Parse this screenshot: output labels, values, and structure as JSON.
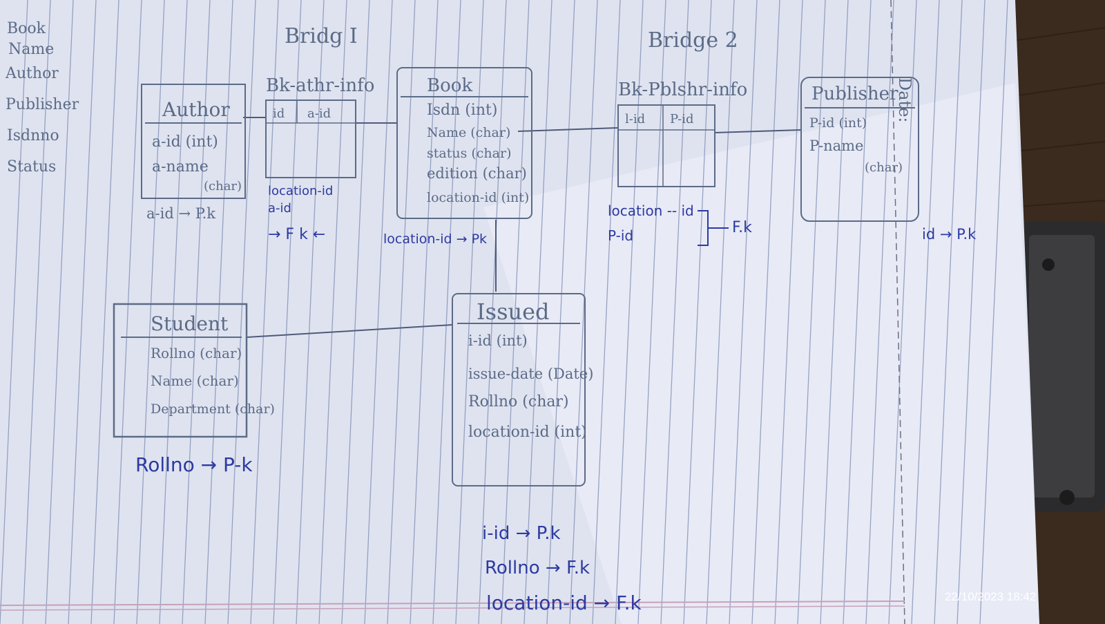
{
  "margin_notes": [
    "Book",
    "Name",
    "Author",
    "Publisher",
    "Isdnno",
    "Status"
  ],
  "bridges": {
    "bridge1": "Bridg I",
    "bridge2": "Bridge 2"
  },
  "entities": {
    "author": {
      "title": "Author",
      "fields": [
        "a-id (int)",
        "a-name",
        "(char)"
      ],
      "key_note": "a-id → P.k"
    },
    "bk_author": {
      "title": "Bk-athr-info",
      "cols": [
        "id",
        "a-id"
      ],
      "notes": [
        "location-id",
        "a-id",
        "→ F k ←"
      ]
    },
    "book": {
      "title": "Book",
      "fields": [
        "Isdn (int)",
        "Name (char)",
        "status (char)",
        "edition (char)",
        "location-id (int)"
      ],
      "key_note": "location-id → Pk"
    },
    "bk_publisher": {
      "title": "Bk-Pblshr-info",
      "cols": [
        "l-id",
        "P-id"
      ],
      "notes": [
        "location -- id",
        "P-id"
      ],
      "fk_note": "F.k"
    },
    "publisher": {
      "title": "Publisher",
      "fields": [
        "P-id (int)",
        "P-name",
        "(char)"
      ],
      "key_note": "id → P.k"
    },
    "student": {
      "title": "Student",
      "fields": [
        "Rollno (char)",
        "Name (char)",
        "Department (char)"
      ],
      "key_note": "Rollno → P-k"
    },
    "issued": {
      "title": "Issued",
      "fields": [
        "i-id (int)",
        "issue-date (Date)",
        "Rollno (char)",
        "location-id (int)"
      ],
      "notes": [
        "i-id → P.k",
        "Rollno → F.k",
        "location-id → F.k"
      ]
    }
  },
  "page_label": "Date:",
  "timestamp": "22/10/2023  18:42"
}
